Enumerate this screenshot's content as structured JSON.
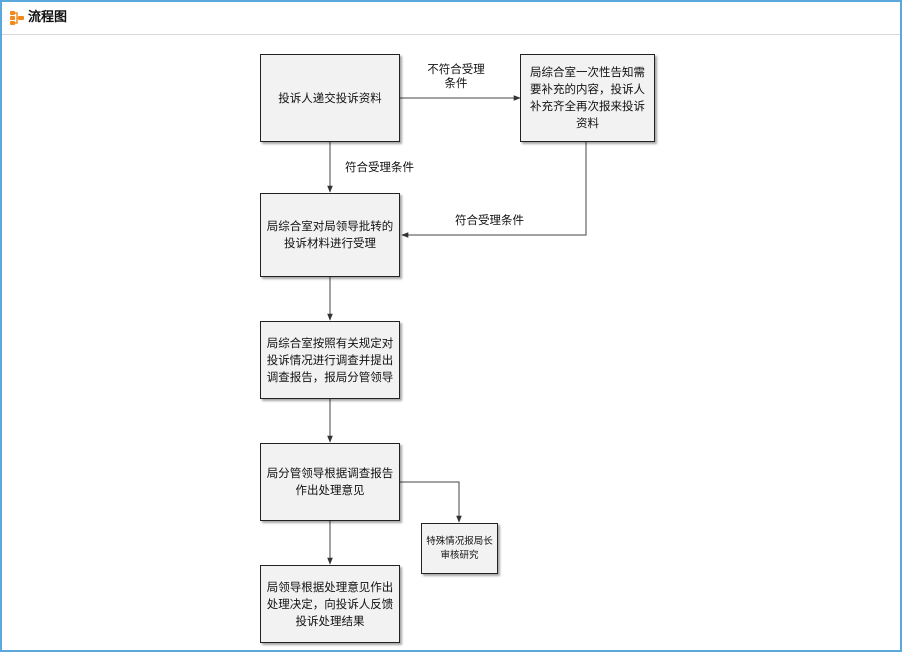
{
  "header": {
    "title": "流程图",
    "icon": "flowchart-icon",
    "icon_color": "#f08a1c"
  },
  "border_color": "#5aa8dc",
  "nodes": {
    "submit": "投诉人递交投诉资料",
    "supplement": "局综合室一次性告知需要补充的内容，投诉人补充齐全再次报来投诉资料",
    "accept": "局综合室对局领导批转的投诉材料进行受理",
    "investigate": "局综合室按照有关规定对投诉情况进行调查并提出调查报告，报局分管领导",
    "opinion": "局分管领导根据调查报告作出处理意见",
    "special": "特殊情况报局长审核研究",
    "decision": "局领导根据处理意见作出处理决定，向投诉人反馈投诉处理结果"
  },
  "edge_labels": {
    "not_meet_line1": "不符合受理",
    "not_meet_line2": "条件",
    "meet_1": "符合受理条件",
    "meet_2": "符合受理条件"
  }
}
